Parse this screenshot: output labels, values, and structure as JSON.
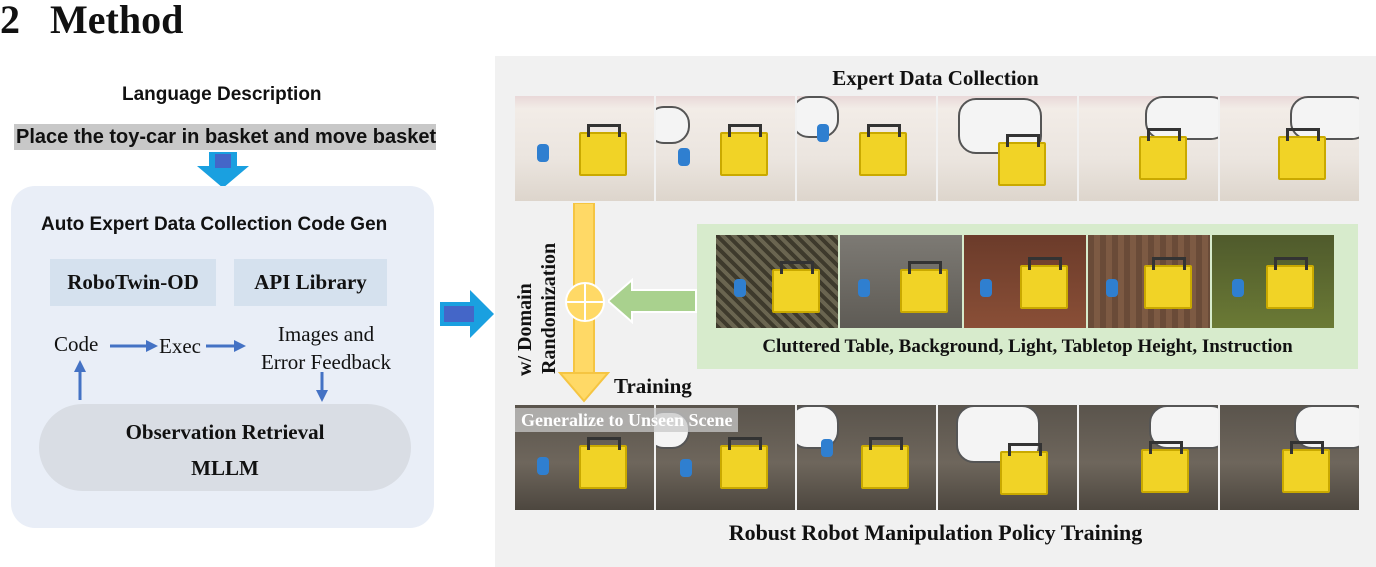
{
  "section": {
    "number": "2",
    "title": "Method"
  },
  "language": {
    "title": "Language Description",
    "instruction": "Place the toy-car in basket and move basket"
  },
  "codegen": {
    "title": "Auto Expert Data Collection Code Gen",
    "chip_robotwin": "RoboTwin-OD",
    "chip_api": "API Library",
    "code": "Code",
    "exec": "Exec",
    "images_line1": "Images and",
    "images_line2": "Error Feedback",
    "observation": "Observation Retrieval",
    "mllm": "MLLM"
  },
  "pipeline": {
    "expert_title": "Expert Data Collection",
    "domain_line1": "w/ Domain",
    "domain_line2": "Randomization",
    "randomization_caption": "Cluttered Table, Background, Light, Tabletop Height, Instruction",
    "training": "Training",
    "generalize": "Generalize to Unseen Scene",
    "robust_title": "Robust Robot Manipulation Policy Training"
  },
  "colors": {
    "blue_arrow": "#1aa0e0",
    "blue_arrow_inner": "#4466c8",
    "yellow_arrow": "#ffd966",
    "green_arrow": "#a9d18e",
    "panel_bg": "#e9eef7",
    "green_box": "#d7ebcc"
  },
  "icons": [
    "arrow-right-icon",
    "arrow-down-icon",
    "arrow-up-icon",
    "circle-plus-icon",
    "arrow-left-icon"
  ]
}
